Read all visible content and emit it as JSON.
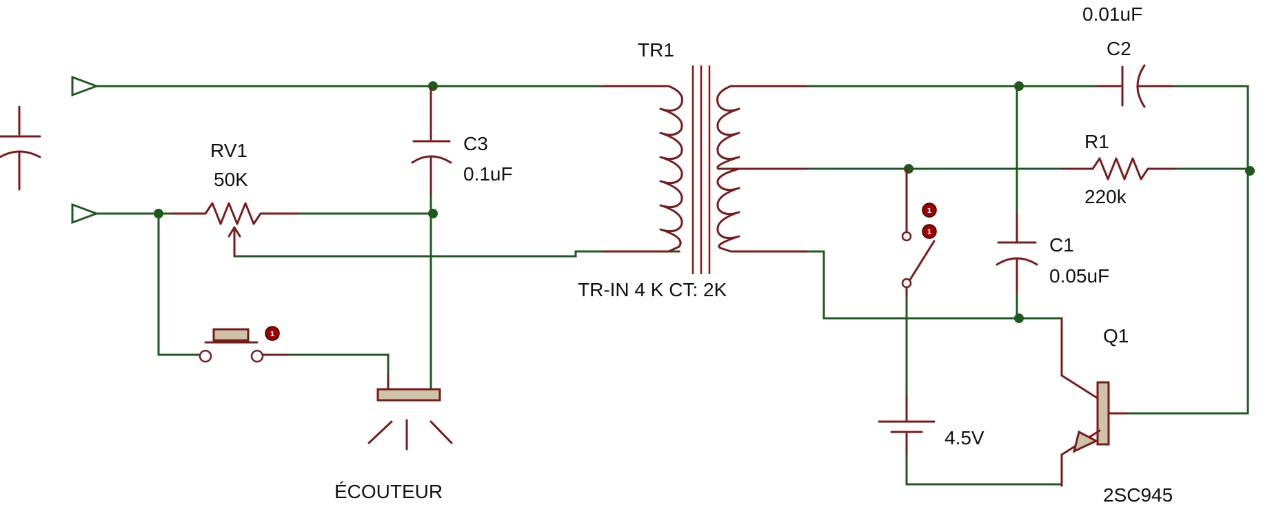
{
  "labels": {
    "tr1_ref": "TR1",
    "tr1_value": "TR-IN 4 K CT: 2K",
    "c2_value": "0.01uF",
    "c2_ref": "C2",
    "r1_ref": "R1",
    "r1_value": "220k",
    "c1_ref": "C1",
    "c1_value": "0.05uF",
    "rv1_ref": "RV1",
    "rv1_value": "50K",
    "c3_ref": "C3",
    "c3_value": "0.1uF",
    "q1_ref": "Q1",
    "q1_value": "2SC945",
    "battery_value": "4.5V",
    "earphone_label": "ÉCOUTEUR"
  },
  "switch_pins": {
    "s1_top": "1",
    "s1_bottom": "1",
    "pushbutton": "1"
  },
  "colors": {
    "wire": "#1e5a1e",
    "component": "#7a1a1a",
    "body_fill": "#cdc3a8",
    "pin_marker": "#a00000"
  }
}
